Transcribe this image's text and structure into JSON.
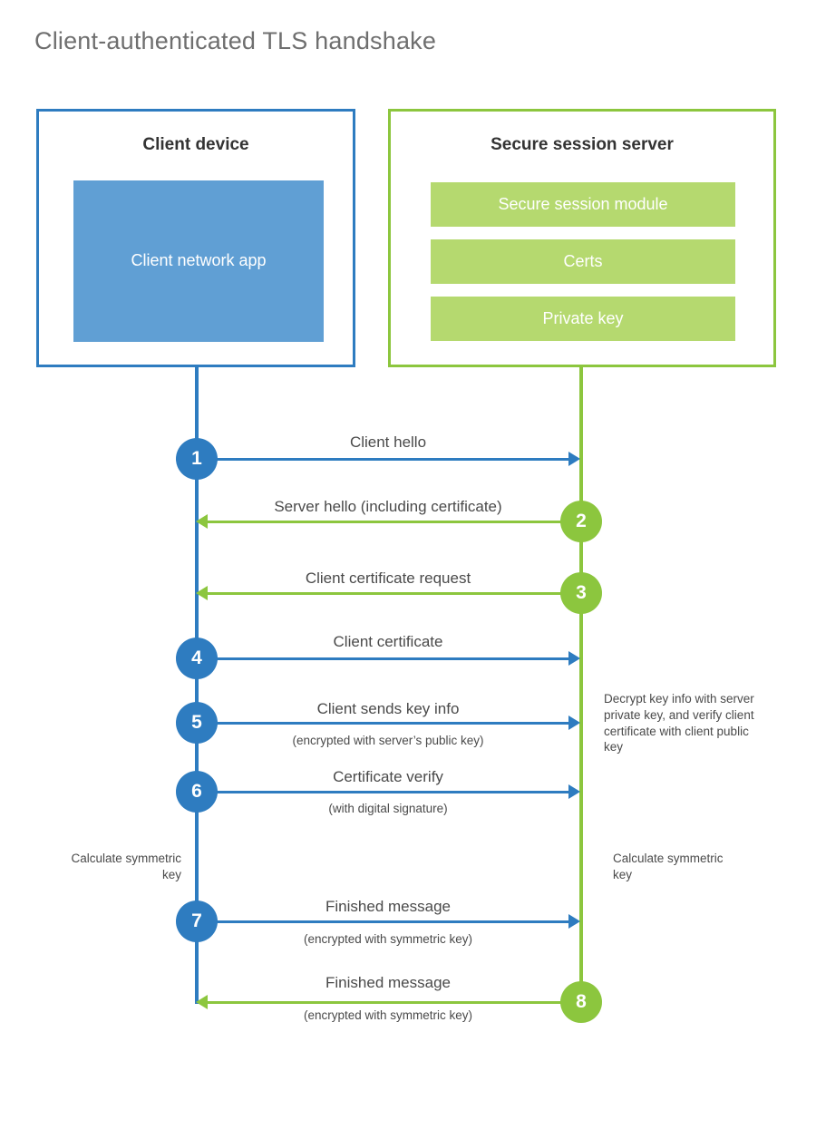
{
  "title": "Client-authenticated TLS handshake",
  "colors": {
    "client_accent": "#2e7cc0",
    "server_accent": "#8cc63e",
    "client_app_fill": "#609fd4",
    "server_module_fill": "#b5d96f",
    "title_color": "#6f6f6f",
    "text_color": "#4a4a4a"
  },
  "client": {
    "title": "Client device",
    "app_label": "Client network app"
  },
  "server": {
    "title": "Secure session server",
    "modules": [
      {
        "label": "Secure session module"
      },
      {
        "label": "Certs"
      },
      {
        "label": "Private key"
      }
    ]
  },
  "steps": [
    {
      "number": "1",
      "label": "Client hello",
      "sublabel": "",
      "direction": "client-to-server"
    },
    {
      "number": "2",
      "label": "Server hello (including certificate)",
      "sublabel": "",
      "direction": "server-to-client"
    },
    {
      "number": "3",
      "label": "Client certificate request",
      "sublabel": "",
      "direction": "server-to-client"
    },
    {
      "number": "4",
      "label": "Client certificate",
      "sublabel": "",
      "direction": "client-to-server"
    },
    {
      "number": "5",
      "label": "Client sends key info",
      "sublabel": "(encrypted with server’s public key)",
      "direction": "client-to-server"
    },
    {
      "number": "6",
      "label": "Certificate verify",
      "sublabel": "(with digital signature)",
      "direction": "client-to-server"
    },
    {
      "number": "7",
      "label": "Finished message",
      "sublabel": "(encrypted with symmetric key)",
      "direction": "client-to-server"
    },
    {
      "number": "8",
      "label": "Finished message",
      "sublabel": "(encrypted with symmetric key)",
      "direction": "server-to-client"
    }
  ],
  "notes": {
    "server_decrypt": "Decrypt key info with server private key, and verify client certificate with client public key",
    "client_calculate": "Calculate symmetric key",
    "server_calculate": "Calculate symmetric key"
  }
}
